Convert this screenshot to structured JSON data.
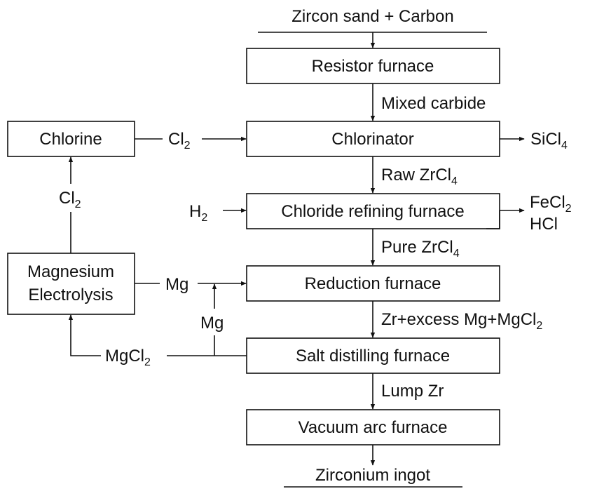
{
  "nodes": {
    "input": "Zircon sand + Carbon",
    "resistor_furnace": "Resistor furnace",
    "chlorinator": "Chlorinator",
    "chlorine": "Chlorine",
    "chloride_refining_furnace": "Chloride refining furnace",
    "magnesium_electrolysis_line1": "Magnesium",
    "magnesium_electrolysis_line2": "Electrolysis",
    "reduction_furnace": "Reduction furnace",
    "salt_distilling_furnace": "Salt distilling furnace",
    "vacuum_arc_furnace": "Vacuum arc furnace",
    "output": "Zirconium ingot"
  },
  "edge_labels": {
    "mixed_carbide": "Mixed carbide",
    "raw_zrcl4_prefix": "Raw ZrCl",
    "raw_zrcl4_sub": "4",
    "pure_zrcl4_prefix": "Pure ZrCl",
    "pure_zrcl4_sub": "4",
    "reduction_out_prefix": "Zr+excess Mg+MgCl",
    "reduction_out_sub": "2",
    "lump_zr": "Lump Zr",
    "cl2_feed_prefix": "Cl",
    "cl2_feed_sub": "2",
    "cl2_return_prefix": "Cl",
    "cl2_return_sub": "2",
    "sicl4_prefix": "SiCl",
    "sicl4_sub": "4",
    "h2_prefix": "H",
    "h2_sub": "2",
    "fecl2_prefix": "FeCl",
    "fecl2_sub": "2",
    "hcl": "HCl",
    "mg_feed": "Mg",
    "mg_recycle": "Mg",
    "mgcl2_prefix": "MgCl",
    "mgcl2_sub": "2"
  }
}
